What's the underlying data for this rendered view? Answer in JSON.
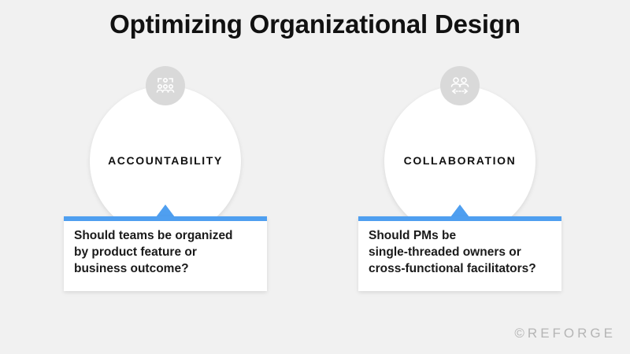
{
  "title": "Optimizing Organizational Design",
  "cards": [
    {
      "icon": "team-hierarchy-icon",
      "label": "ACCOUNTABILITY",
      "question_lines": [
        "Should teams be organized",
        "by product feature or",
        "business outcome?"
      ]
    },
    {
      "icon": "people-collaboration-icon",
      "label": "COLLABORATION",
      "question_lines": [
        "Should PMs be",
        "single-threaded owners or",
        "cross-functional facilitators?"
      ]
    }
  ],
  "brand": "©REFORGE",
  "colors": {
    "background": "#f1f1f1",
    "accent": "#4f9ff0",
    "badge": "#d9d9d9",
    "title": "#111111",
    "brand": "#b5b5b5"
  }
}
